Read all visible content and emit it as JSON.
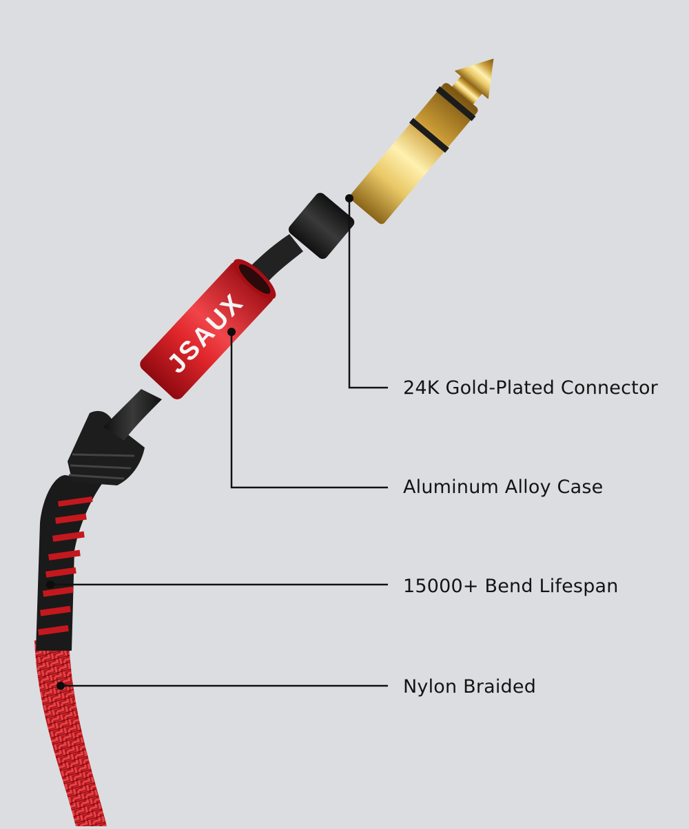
{
  "product": {
    "brand": "JSAUX",
    "colors": {
      "background": "#dcdde1",
      "cable_red": "#c8161d",
      "gold": "#d9b04a",
      "black": "#1b1b1b",
      "leader_line": "#111111"
    }
  },
  "callouts": [
    {
      "label": "24K Gold-Plated Connector"
    },
    {
      "label": "Aluminum Alloy Case"
    },
    {
      "label": "15000+ Bend Lifespan"
    },
    {
      "label": "Nylon Braided"
    }
  ]
}
